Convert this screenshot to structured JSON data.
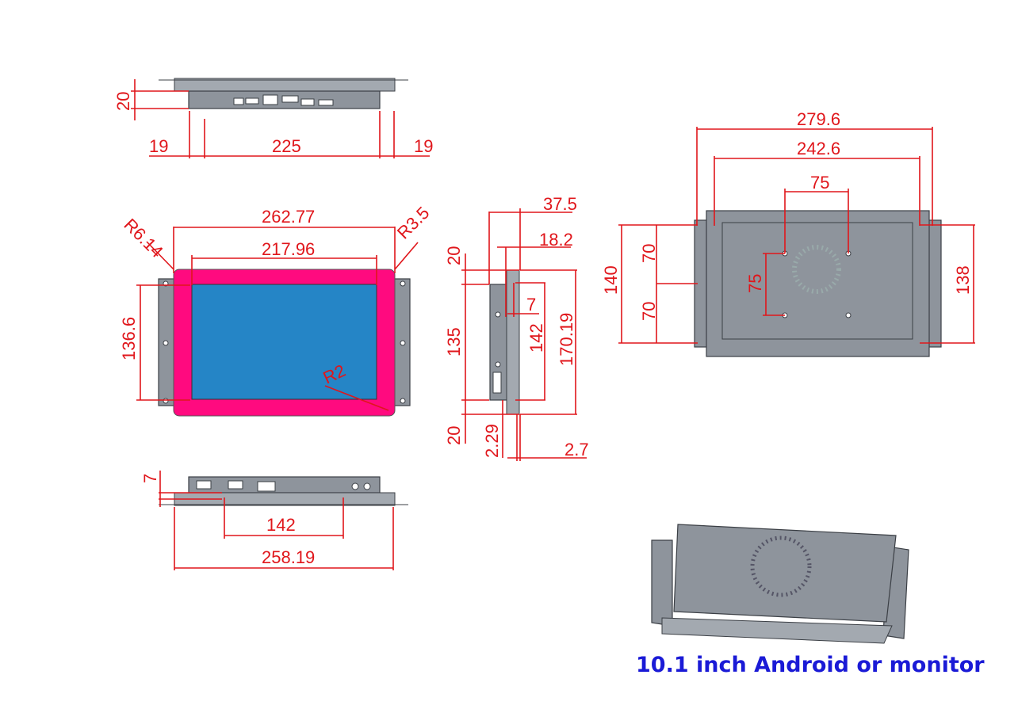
{
  "top_view": {
    "height": "20",
    "left_margin": "19",
    "width": "225",
    "right_margin": "19"
  },
  "front_view": {
    "overall_width": "262.77",
    "screen_width": "217.96",
    "corner_radius_left": "R6.14",
    "corner_radius_right": "R3.5",
    "height": "136.6",
    "inner_radius": "R2",
    "bezel_color": "#ff0a7f",
    "screen_color": "#2585c6"
  },
  "side_view": {
    "depth": "37.5",
    "bezel_depth": "18.2",
    "top_offset": "20",
    "lip": "7",
    "inner_height": "135",
    "panel_height": "142",
    "overall_height": "170.19",
    "bottom_offset": "20",
    "bottom_gap": "2.29",
    "front_thickness": "2.7"
  },
  "bottom_view": {
    "height": "7",
    "hole_spacing": "142",
    "width": "258.19"
  },
  "rear_view": {
    "overall_width": "279.6",
    "mount_width": "242.6",
    "vesa_h": "75",
    "vesa_v": "75",
    "height": "140",
    "upper_half": "70",
    "lower_half": "70",
    "mount_height": "138"
  },
  "caption": "10.1 inch Android or monitor"
}
